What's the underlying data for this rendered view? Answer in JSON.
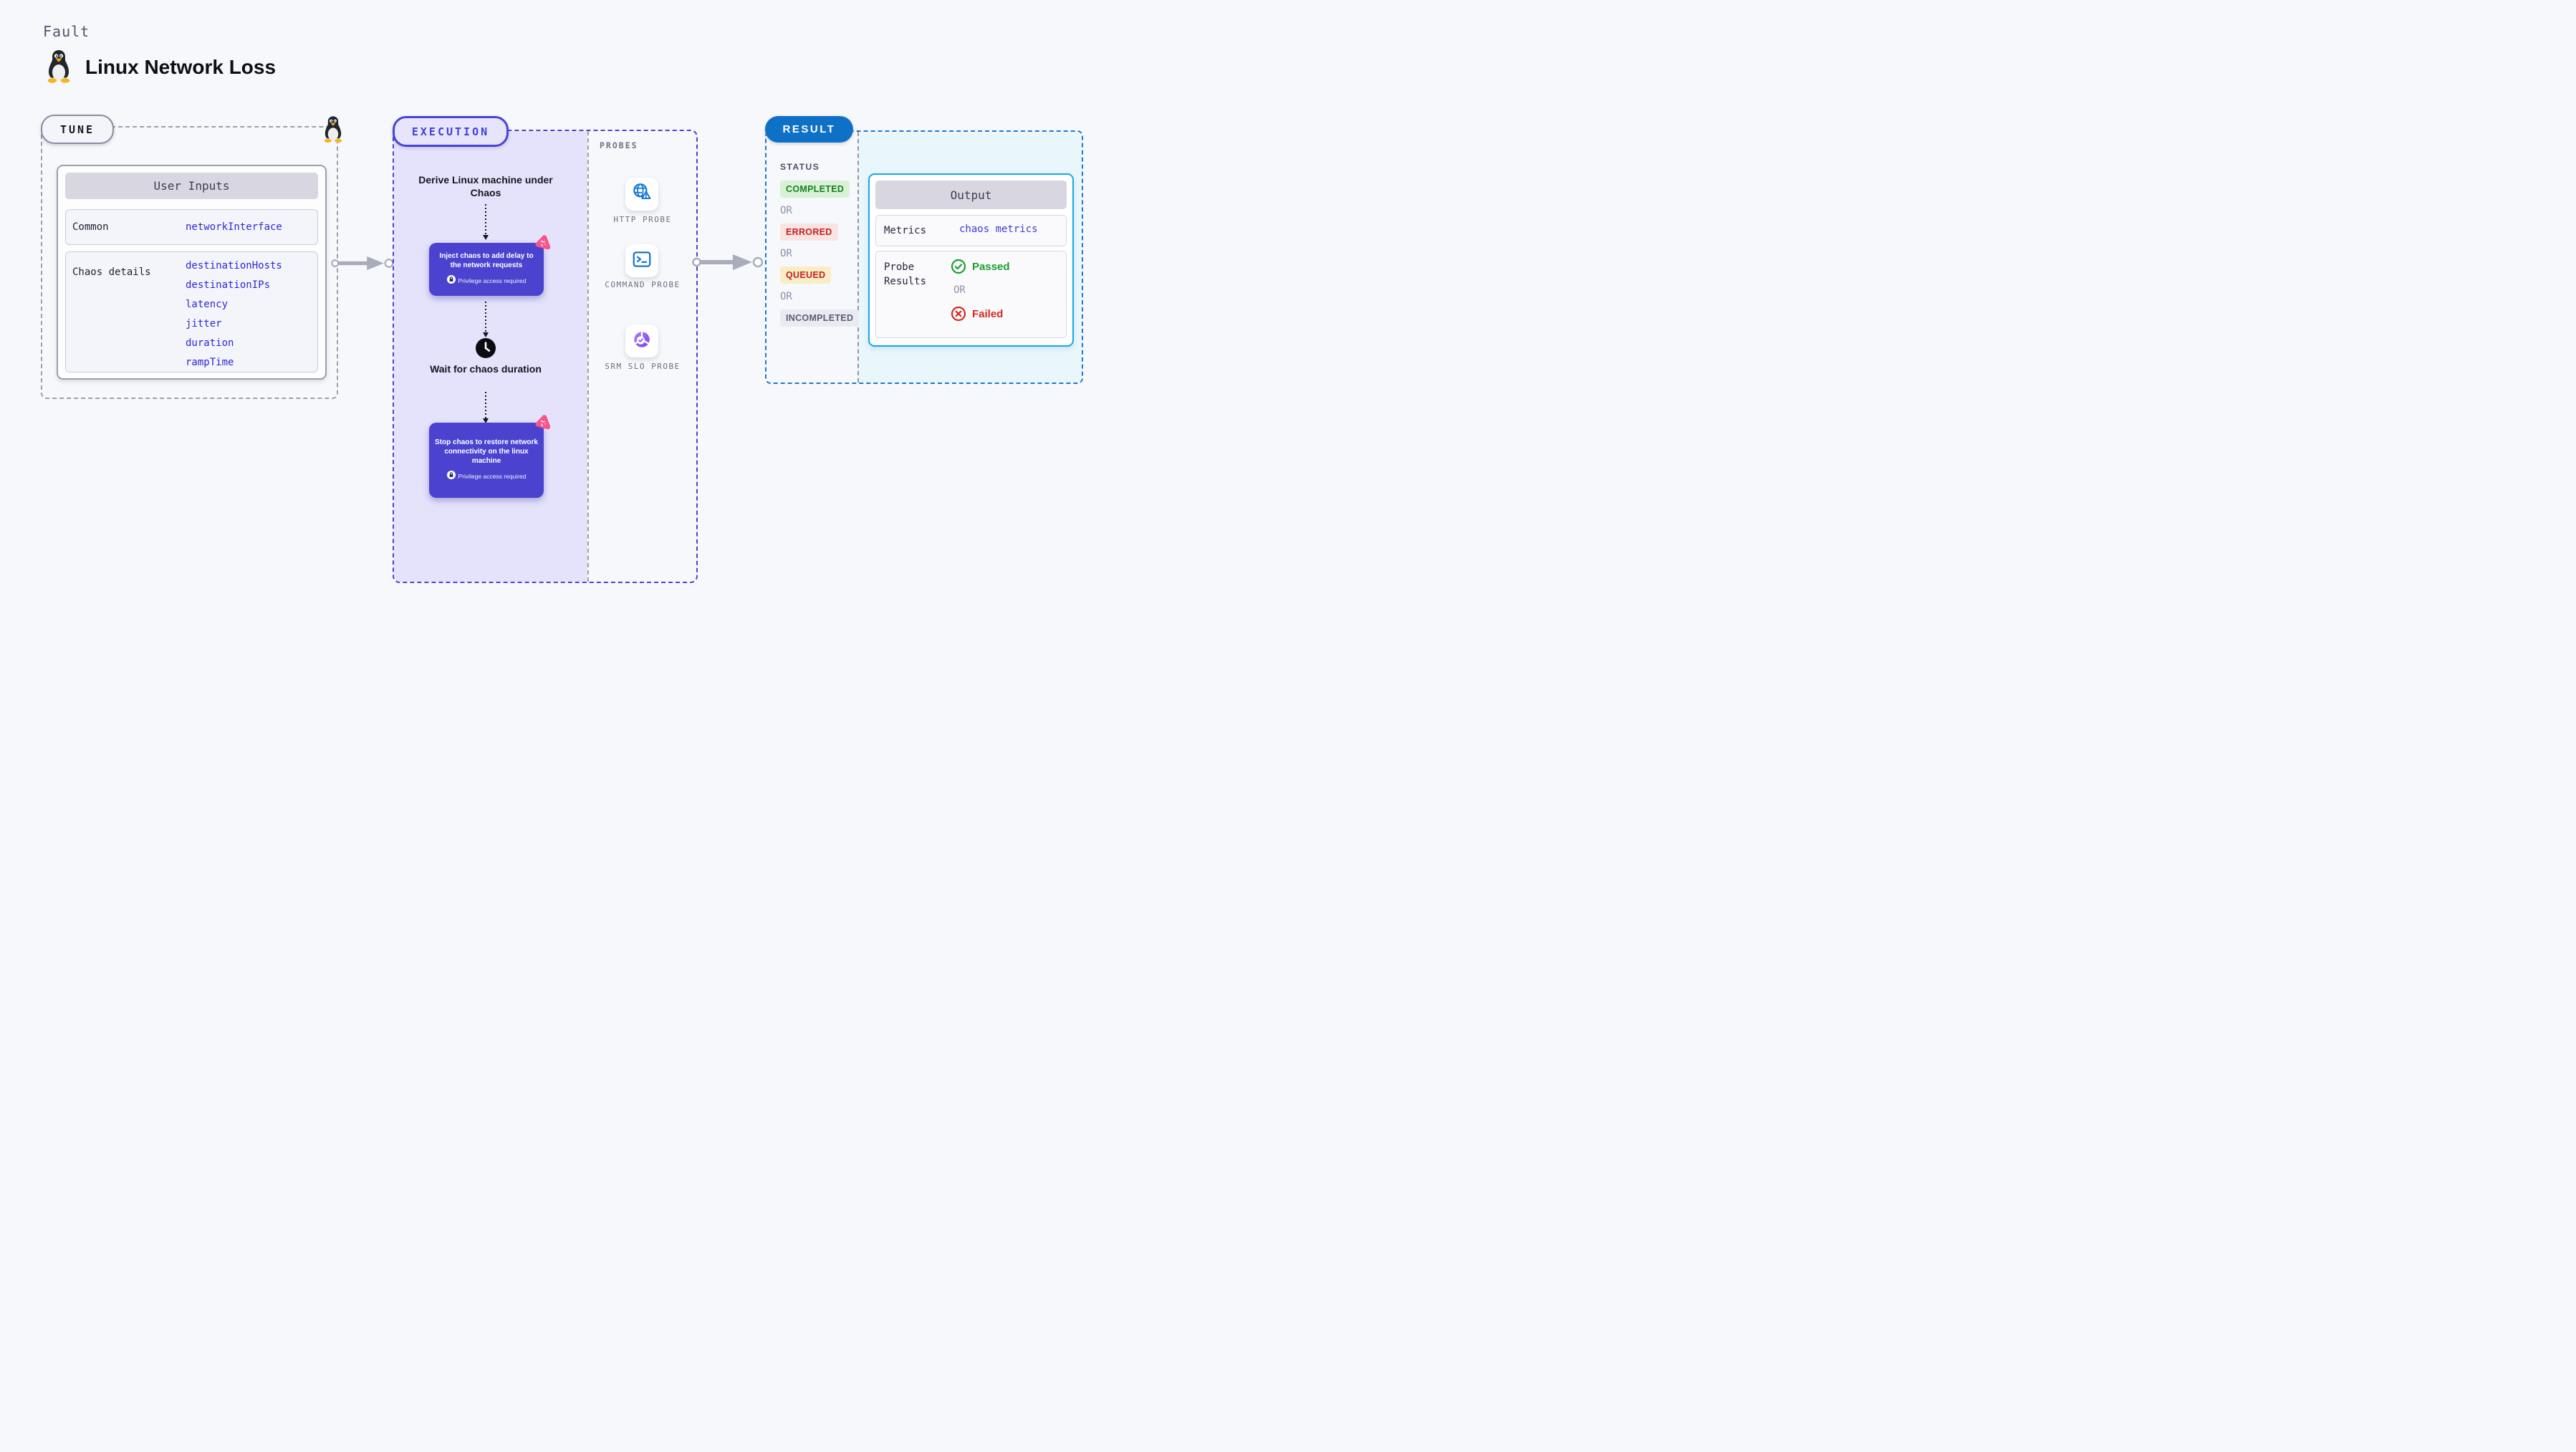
{
  "header": {
    "kicker": "Fault",
    "title": "Linux Network Loss",
    "logo": "tux-penguin"
  },
  "colors": {
    "page_bg": "#f7f8fb",
    "gray_dash": "#9ba1ad",
    "indigo_action": "#4b43cf",
    "execution_accent": "#4843d7",
    "execution_fill": "#e5e3fb",
    "chaos_pink": "#f9538b",
    "result_accent": "#0e70c6",
    "result_dash": "#1b7ad0",
    "result_fill": "#e9f6fb",
    "output_border": "#15aade",
    "probe_icon_blue": "#1076cf",
    "srm_purple": "#7c3aed",
    "success_green": "#1d9e2d",
    "fail_red": "#d32b1e",
    "value_blue": "#2f27d3"
  },
  "tune": {
    "badge": "TUNE",
    "user_inputs": {
      "title": "User Inputs",
      "rows": [
        {
          "label": "Common",
          "values": [
            "networkInterface"
          ]
        },
        {
          "label": "Chaos details",
          "values": [
            "destinationHosts",
            "destinationIPs",
            "latency",
            "jitter",
            "duration",
            "rampTime"
          ]
        }
      ]
    }
  },
  "execution": {
    "badge": "EXECUTION",
    "flow": {
      "derive_label": "Derive Linux machine under Chaos",
      "inject_label": "Inject chaos to add delay to the network requests",
      "privilege_label": "Privilege access required",
      "wait_label": "Wait for chaos duration",
      "stop_label": "Stop chaos to restore network connectivity on the linux machine"
    },
    "probes": {
      "label": "PROBES",
      "items": [
        {
          "label": "HTTP PROBE",
          "icon": "globe-alert-icon"
        },
        {
          "label": "COMMAND PROBE",
          "icon": "terminal-icon"
        },
        {
          "label": "SRM SLO PROBE",
          "icon": "slo-donut-check-icon"
        }
      ]
    }
  },
  "result": {
    "badge": "RESULT",
    "status": {
      "label": "STATUS",
      "separator": "OR",
      "options": [
        {
          "label": "COMPLETED",
          "kind": "success"
        },
        {
          "label": "ERRORED",
          "kind": "error"
        },
        {
          "label": "QUEUED",
          "kind": "warning"
        },
        {
          "label": "INCOMPLETED",
          "kind": "muted"
        }
      ]
    },
    "output": {
      "title": "Output",
      "metrics_label": "Metrics",
      "metrics_value": "chaos metrics",
      "probe_results_label": "Probe Results",
      "passed_label": "Passed",
      "separator": "OR",
      "failed_label": "Failed"
    }
  }
}
